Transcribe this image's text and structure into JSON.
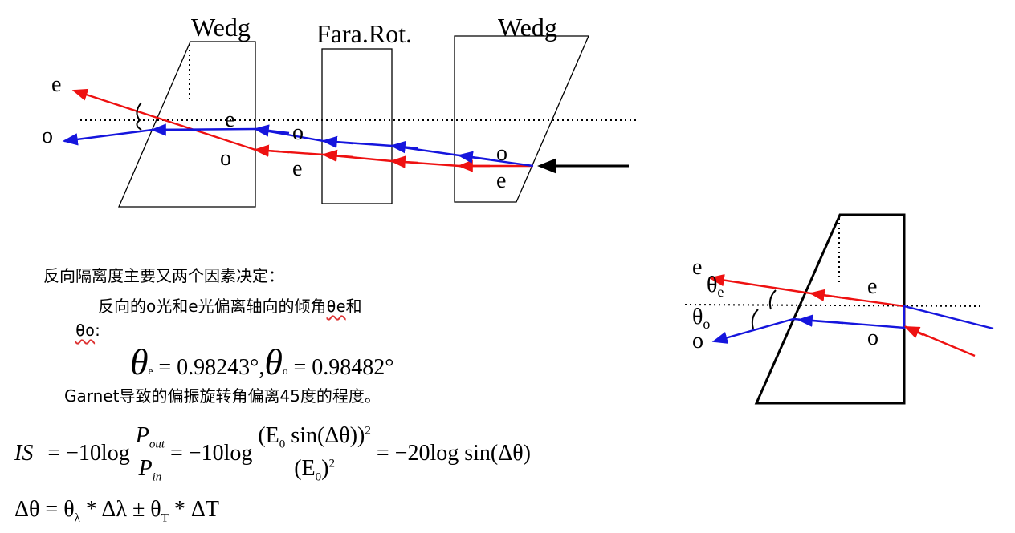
{
  "main_diagram": {
    "wedge_left_label": "Wedg",
    "faraday_label": "Fara.Rot.",
    "wedge_right_label": "Wedg",
    "labels": {
      "e_out": "e",
      "o_out": "o",
      "e_in_wedge": "e",
      "o_in_wedge": "o",
      "o_mid": "o",
      "e_mid": "e",
      "o_right": "o",
      "e_right": "e"
    },
    "colors": {
      "e_ray": "#ee1111",
      "o_ray": "#1515dd",
      "input": "#000000"
    }
  },
  "text": {
    "line1": "反向隔离度主要又两个因素决定：",
    "line2_prefix": "反向的o光和e光偏离轴向的倾角",
    "line2_symbol": "θe",
    "line2_suffix": "和",
    "line3_symbol": "θo",
    "line3_suffix": ":",
    "line4": "Garnet导致的偏振旋转角偏离45度的程度。"
  },
  "equations": {
    "theta_e_sym": "θ",
    "theta_e_sub": "e",
    "theta_e_val": "= 0.98243°,",
    "theta_o_sym": "θ",
    "theta_o_sub": "o",
    "theta_o_val": "= 0.98482°",
    "is_lhs": "IS",
    "is_eq1": "= −10log",
    "p_out": "P",
    "p_out_sub": "out",
    "p_in": "P",
    "p_in_sub": "in",
    "is_eq2": "= −10log",
    "num_expr_a": "(E",
    "num_expr_sub": "0",
    "num_expr_b": " sin(Δθ))",
    "num_exp": "2",
    "den_expr_a": "(E",
    "den_expr_sub": "0",
    "den_expr_b": ")",
    "den_exp": "2",
    "is_eq3": "= −20log sin(Δθ)",
    "delta_line_a": "Δθ = θ",
    "delta_sub_lambda": "λ",
    "delta_line_b": " * Δλ ± θ",
    "delta_sub_T": "T",
    "delta_line_c": " * ΔT"
  },
  "detail_diagram": {
    "labels": {
      "e_left": "e",
      "theta_e": "θ",
      "theta_e_sub": "e",
      "theta_o": "θ",
      "theta_o_sub": "o",
      "o_left": "o",
      "e_inside": "e",
      "o_inside": "o"
    }
  }
}
